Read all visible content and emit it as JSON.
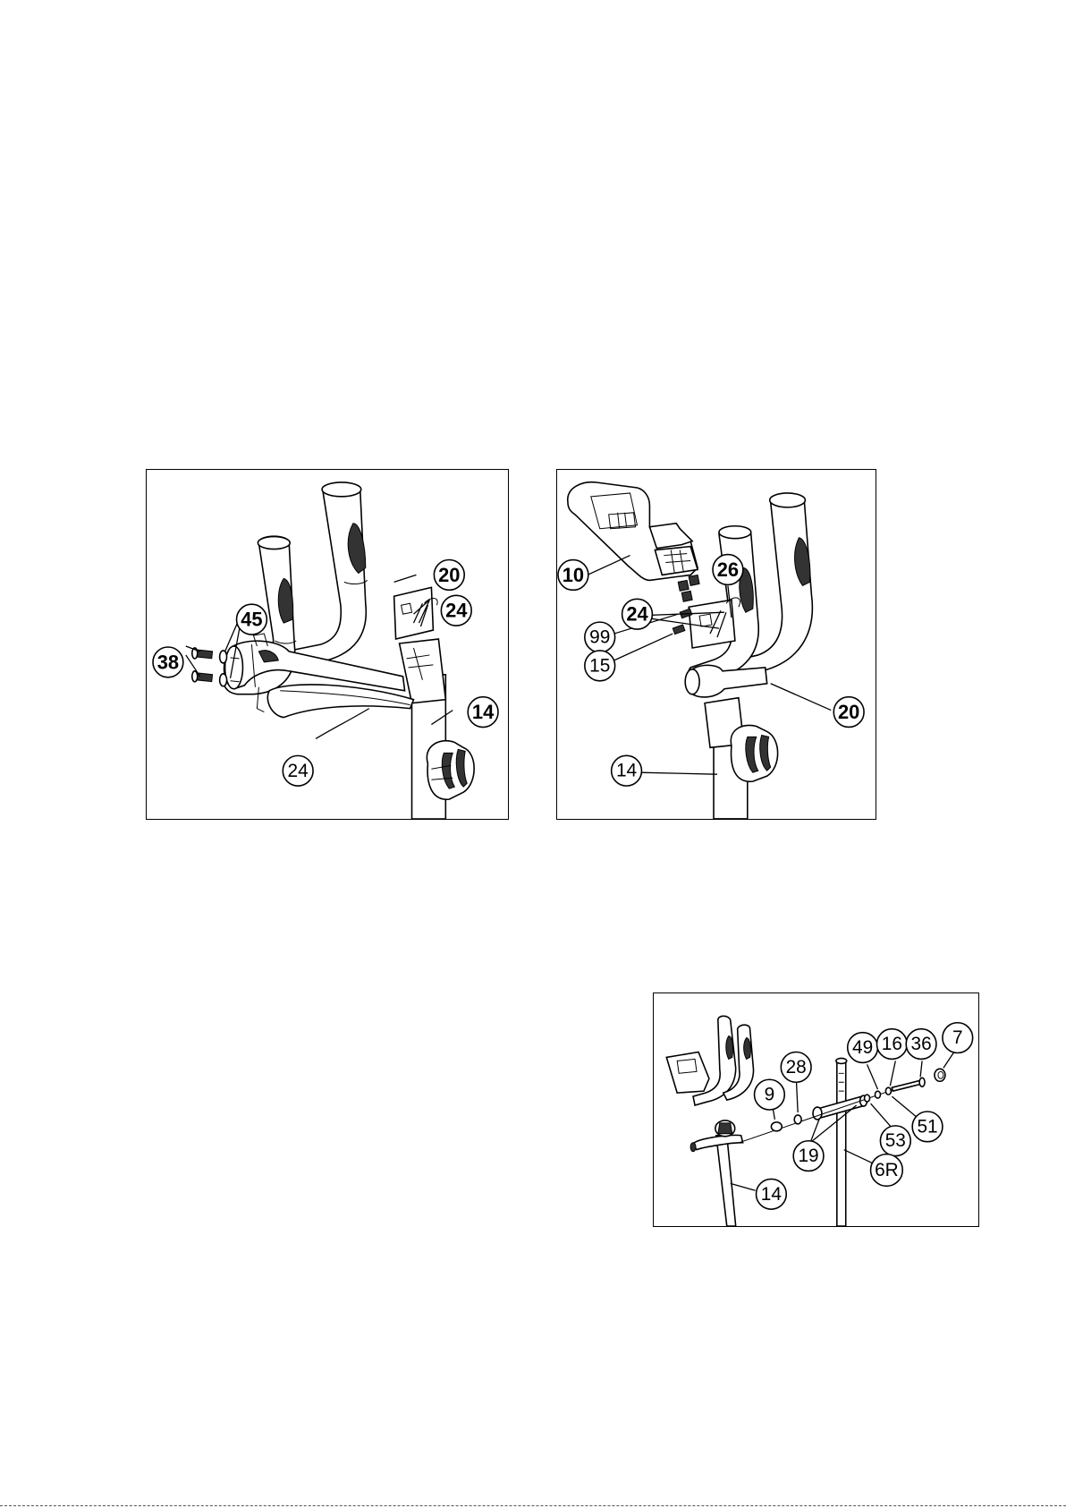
{
  "panel_a": {
    "callouts": [
      "20",
      "24",
      "45",
      "38",
      "14",
      "24"
    ]
  },
  "panel_b": {
    "callouts": [
      "10",
      "26",
      "24",
      "99",
      "15",
      "20",
      "14"
    ]
  },
  "panel_c": {
    "callouts": [
      "49",
      "16",
      "36",
      "7",
      "28",
      "9",
      "53",
      "51",
      "19",
      "6R",
      "14"
    ]
  }
}
